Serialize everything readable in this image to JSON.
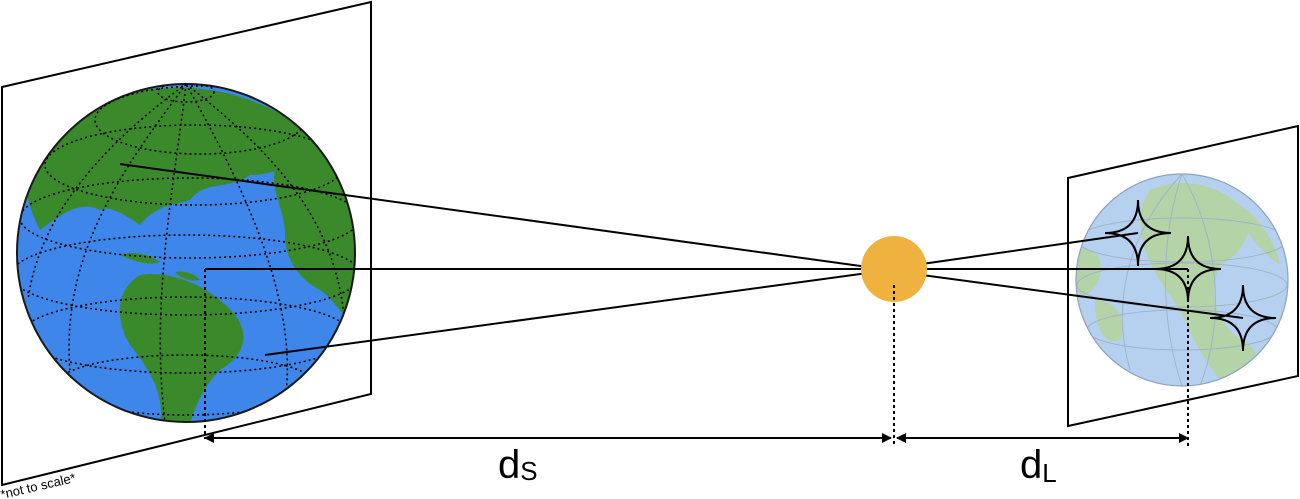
{
  "labels": {
    "source_distance": "d",
    "source_distance_sub": "S",
    "lens_distance": "d",
    "lens_distance_sub": "L",
    "scale_note": "*not to scale*"
  },
  "colors": {
    "ocean": "#3f86ea",
    "land": "#3a8a2c",
    "lens": "#f0b23e",
    "ocean_faded": "#b6d0f0",
    "land_faded": "#b4d3a6",
    "ink": "#000000"
  },
  "icons": [
    "earth-globe-icon",
    "faded-globe-icon",
    "lens-sphere-icon",
    "astroid-image-icon"
  ]
}
